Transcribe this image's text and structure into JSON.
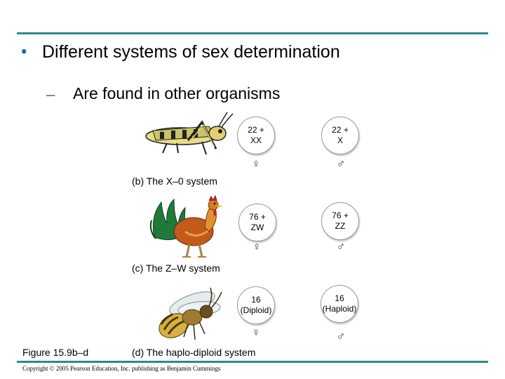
{
  "slide": {
    "bullet": "•",
    "title": "Different systems of sex determination",
    "dash": "–",
    "subtitle": "Are found in other organisms"
  },
  "systems": [
    {
      "label": "(b) The X–0 system",
      "female": {
        "line1": "22 +",
        "line2": "XX",
        "symbol": "♀"
      },
      "male": {
        "line1": "22 +",
        "line2": "X",
        "symbol": "♂"
      }
    },
    {
      "label": "(c) The Z–W system",
      "female": {
        "line1": "76 +",
        "line2": "ZW",
        "symbol": "♀"
      },
      "male": {
        "line1": "76 +",
        "line2": "ZZ",
        "symbol": "♂"
      }
    },
    {
      "label": "(d) The haplo-diploid system",
      "female": {
        "line1": "16",
        "line2": "(Diploid)",
        "symbol": "♀"
      },
      "male": {
        "line1": "16",
        "line2": "(Haploid)",
        "symbol": "♂"
      }
    }
  ],
  "figure_label": "Figure 15.9b–d",
  "copyright": "Copyright © 2005 Pearson Education, Inc. publishing as Benjamin Cummings",
  "colors": {
    "rule": "#2a8a8a",
    "bullet": "#1a6ea8"
  },
  "icons": [
    "grasshopper-illustration",
    "rooster-illustration",
    "bee-illustration",
    "female-symbol-icon",
    "male-symbol-icon"
  ]
}
